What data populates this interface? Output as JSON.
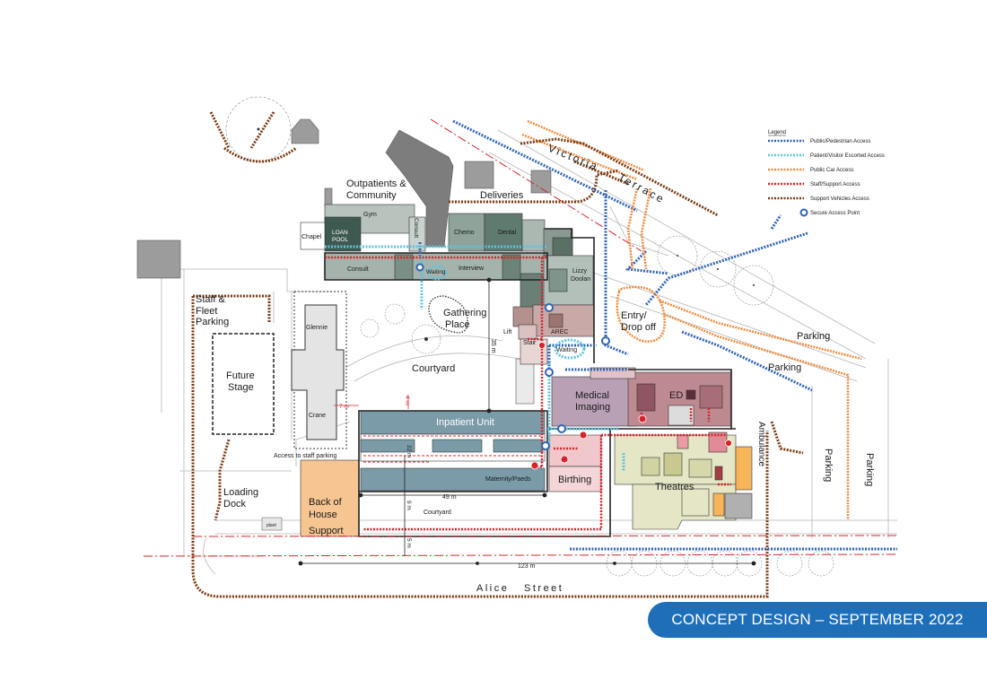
{
  "legend": {
    "title": "Legend",
    "items": [
      {
        "label": "Public/Pedestrian Access",
        "color": "#2f64b4"
      },
      {
        "label": "Patient/Visitor Escorted Access",
        "color": "#5fc3de"
      },
      {
        "label": "Public Car Access",
        "color": "#ef8a3c"
      },
      {
        "label": "Staff/Support Access",
        "color": "#d8232a"
      },
      {
        "label": "Support Vehicles Access",
        "color": "#7a3a12"
      },
      {
        "label": "Secure Access Point",
        "color": "#2f64b4"
      }
    ]
  },
  "labels": {
    "outpatients_line1": "Outpatients &",
    "outpatients_line2": "Community",
    "deliveries": "Deliveries",
    "victoria": "Victoria",
    "terrace": "Terrace",
    "gym": "Gym",
    "chapel": "Chapel",
    "loan_pool_1": "LOAN",
    "loan_pool_2": "POOL",
    "consult_v": "Consult",
    "chemo": "Chemo",
    "dental": "Dental",
    "consult": "Consult",
    "waiting": "Waiting",
    "interview": "Interview",
    "lizzy_1": "Lizzy",
    "lizzy_2": "Doolan",
    "staff_fleet_1": "Staff &",
    "staff_fleet_2": "Fleet",
    "staff_fleet_3": "Parking",
    "glennie": "Glennie",
    "gathering_1": "Gathering",
    "gathering_2": "Place",
    "entry_1": "Entry/",
    "entry_2": "Drop off",
    "parking_a": "Parking",
    "parking_b": "Parking",
    "parking_c": "Parking",
    "parking_d": "Parking",
    "courtyard_top": "Courtyard",
    "lift": "Lift",
    "stair": "Stair",
    "arec": "AREC",
    "waiting2": "Waiting",
    "dim_35": "35 m",
    "future_1": "Future",
    "future_2": "Stage",
    "crane": "Crane",
    "dim_7": "7 m",
    "dim_4": "4 m",
    "medical_1": "Medical",
    "medical_2": "Imaging",
    "ed": "ED",
    "inpatient": "Inpatient Unit",
    "ambulance": "Ambulance",
    "access_staff": "Access to staff parking",
    "dim_22": "22 m",
    "maternity": "Maternity/Paeds",
    "birthing": "Birthing",
    "theatres": "Theatres",
    "loading_1": "Loading",
    "loading_2": "Dock",
    "boh_1": "Back of",
    "boh_2": "House",
    "boh_3": "Support",
    "dim_49": "49 m",
    "dim_9": "9 m",
    "courtyard_bottom": "Courtyard",
    "plant": "plant",
    "dim_5": "5 m",
    "dim_123": "123 m",
    "alice_street": "Alice   Street"
  },
  "banner": "CONCEPT DESIGN – SEPTEMBER 2022"
}
